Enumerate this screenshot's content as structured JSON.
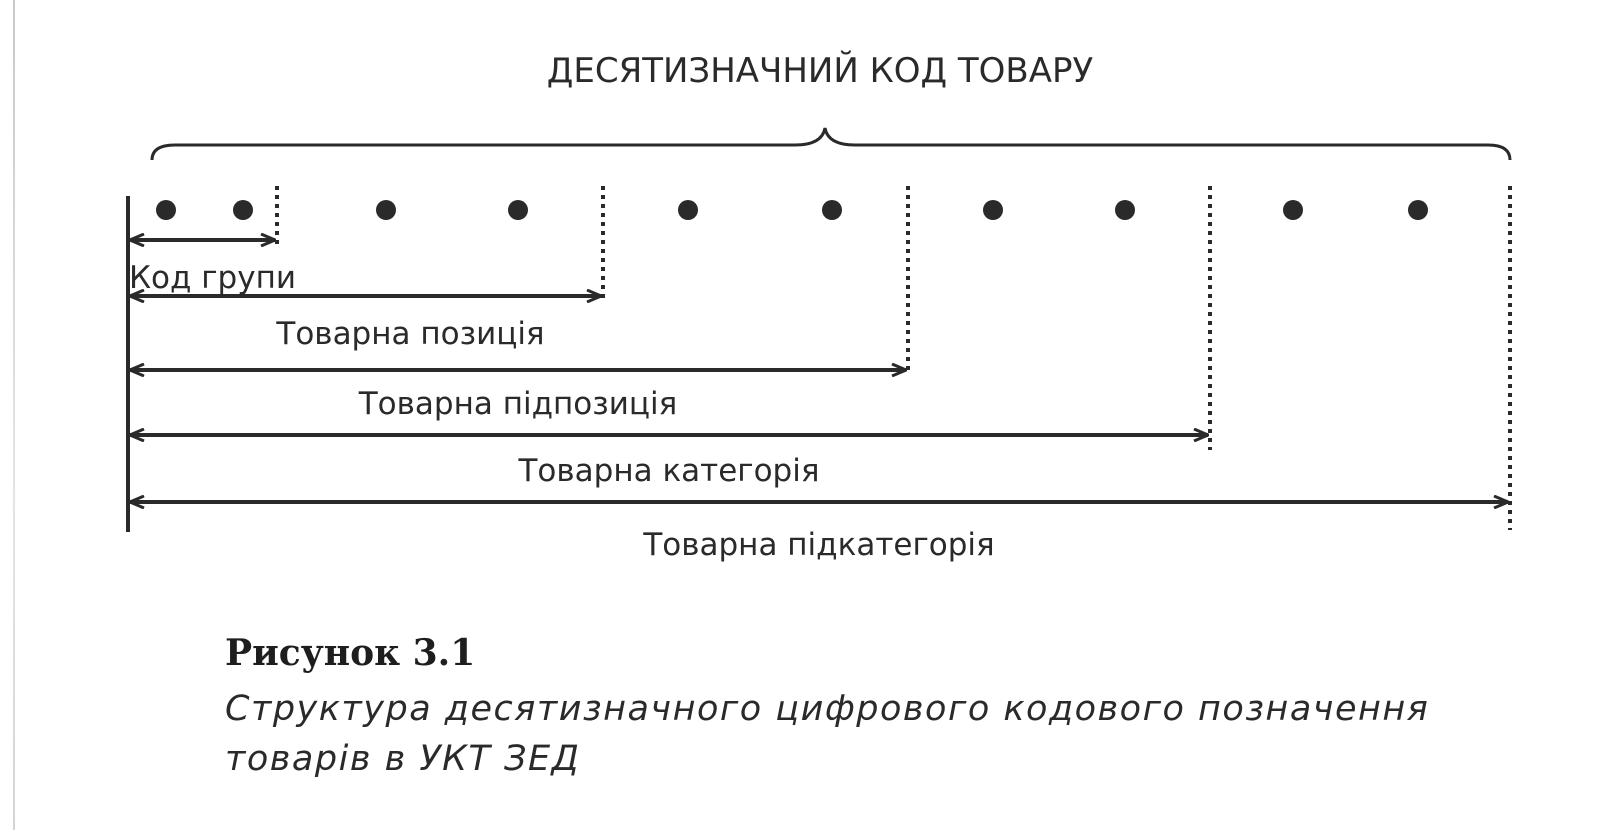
{
  "diagram": {
    "title": "ДЕСЯТИЗНАЧНИЙ КОД ТОВАРУ",
    "digits": 10,
    "levels": [
      {
        "label": "Код групи",
        "digits": 2
      },
      {
        "label": "Товарна позиція",
        "digits": 4
      },
      {
        "label": "Товарна підпозиція",
        "digits": 6
      },
      {
        "label": "Товарна категорія",
        "digits": 8
      },
      {
        "label": "Товарна підкатегорія",
        "digits": 10
      }
    ]
  },
  "caption": {
    "figure_label": "Рисунок 3.1",
    "text": "Структура десятизначного цифрового кодового позначення товарів в УКТ ЗЕД"
  },
  "colors": {
    "ink": "#2a2a2a",
    "background": "#ffffff"
  }
}
